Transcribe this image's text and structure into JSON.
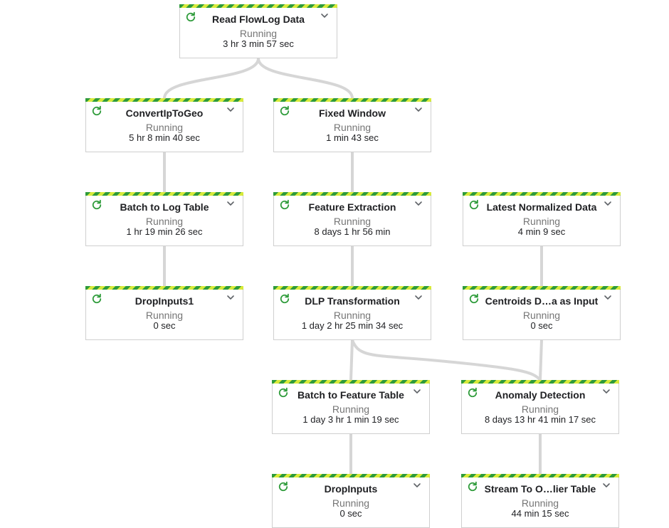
{
  "pipeline": {
    "nodes": [
      {
        "id": "read-flowlog-data",
        "name": "Read FlowLog Data",
        "status": "Running",
        "elapsed": "3 hr 3 min 57 sec"
      },
      {
        "id": "convertiptogeo",
        "name": "ConvertIpToGeo",
        "status": "Running",
        "elapsed": "5 hr 8 min 40 sec"
      },
      {
        "id": "fixed-window",
        "name": "Fixed Window",
        "status": "Running",
        "elapsed": "1 min 43 sec"
      },
      {
        "id": "batch-to-log-table",
        "name": "Batch to Log Table",
        "status": "Running",
        "elapsed": "1 hr 19 min 26 sec"
      },
      {
        "id": "feature-extraction",
        "name": "Feature Extraction",
        "status": "Running",
        "elapsed": "8 days 1 hr 56 min"
      },
      {
        "id": "latest-normalized-data",
        "name": "Latest Normalized Data",
        "status": "Running",
        "elapsed": "4 min 9 sec"
      },
      {
        "id": "dropinputs1",
        "name": "DropInputs1",
        "status": "Running",
        "elapsed": "0 sec"
      },
      {
        "id": "dlp-transformation",
        "name": "DLP Transformation",
        "status": "Running",
        "elapsed": "1 day 2 hr 25 min 34 sec"
      },
      {
        "id": "centroids-as-input",
        "name": "Centroids D…a as Input",
        "status": "Running",
        "elapsed": "0 sec"
      },
      {
        "id": "batch-to-feature-table",
        "name": "Batch to Feature Table",
        "status": "Running",
        "elapsed": "1 day 3 hr 1 min 19 sec"
      },
      {
        "id": "anomaly-detection",
        "name": "Anomaly Detection",
        "status": "Running",
        "elapsed": "8 days 13 hr 41 min 17 sec"
      },
      {
        "id": "dropinputs",
        "name": "DropInputs",
        "status": "Running",
        "elapsed": "0 sec"
      },
      {
        "id": "stream-to-outlier-table",
        "name": "Stream To O…lier Table",
        "status": "Running",
        "elapsed": "44 min 15 sec"
      }
    ],
    "edges": [
      {
        "from": "read-flowlog-data",
        "to": "convertiptogeo"
      },
      {
        "from": "read-flowlog-data",
        "to": "fixed-window"
      },
      {
        "from": "convertiptogeo",
        "to": "batch-to-log-table"
      },
      {
        "from": "fixed-window",
        "to": "feature-extraction"
      },
      {
        "from": "latest-normalized-data",
        "to": "centroids-as-input"
      },
      {
        "from": "batch-to-log-table",
        "to": "dropinputs1"
      },
      {
        "from": "feature-extraction",
        "to": "dlp-transformation"
      },
      {
        "from": "dlp-transformation",
        "to": "batch-to-feature-table"
      },
      {
        "from": "dlp-transformation",
        "to": "anomaly-detection"
      },
      {
        "from": "centroids-as-input",
        "to": "anomaly-detection"
      },
      {
        "from": "batch-to-feature-table",
        "to": "dropinputs"
      },
      {
        "from": "anomaly-detection",
        "to": "stream-to-outlier-table"
      }
    ]
  },
  "colors": {
    "stripe_green": "#2e9b3a",
    "stripe_yellow": "#d8ea3a",
    "running_icon": "#2e9b3a",
    "edge": "#d6d6d6"
  }
}
